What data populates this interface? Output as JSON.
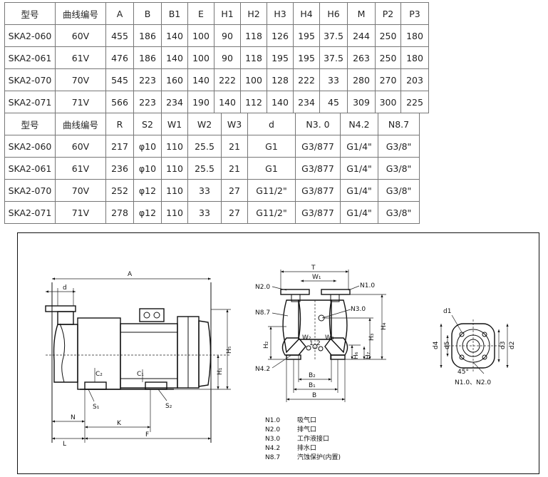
{
  "table1": {
    "headers": [
      "型号",
      "曲线编号",
      "A",
      "B",
      "B1",
      "E",
      "H1",
      "H2",
      "H3",
      "H4",
      "H6",
      "M",
      "P2",
      "P3"
    ],
    "rows": [
      [
        "SKA2-060",
        "60V",
        "455",
        "186",
        "140",
        "100",
        "90",
        "118",
        "126",
        "195",
        "37.5",
        "244",
        "250",
        "180"
      ],
      [
        "SKA2-061",
        "61V",
        "476",
        "186",
        "140",
        "100",
        "90",
        "118",
        "195",
        "195",
        "37.5",
        "263",
        "250",
        "180"
      ],
      [
        "SKA2-070",
        "70V",
        "545",
        "223",
        "160",
        "140",
        "222",
        "100",
        "128",
        "222",
        "33",
        "280",
        "270",
        "203"
      ],
      [
        "SKA2-071",
        "71V",
        "566",
        "223",
        "234",
        "190",
        "140",
        "112",
        "140",
        "234",
        "45",
        "309",
        "300",
        "225"
      ]
    ]
  },
  "table2": {
    "headers": [
      "型号",
      "曲线编号",
      "R",
      "S2",
      "W1",
      "W2",
      "W3",
      "d",
      "N3. 0",
      "N4.2",
      "N8.7"
    ],
    "rows": [
      [
        "SKA2-060",
        "60V",
        "217",
        "φ10",
        "110",
        "25.5",
        "21",
        "G1",
        "G3/877",
        "G1/4\"",
        "G3/8\""
      ],
      [
        "SKA2-061",
        "61V",
        "236",
        "φ10",
        "110",
        "25.5",
        "21",
        "G1",
        "G3/877",
        "G1/4\"",
        "G3/8\""
      ],
      [
        "SKA2-070",
        "70V",
        "252",
        "φ12",
        "110",
        "33",
        "27",
        "G11/2\"",
        "G3/877",
        "G1/4\"",
        "G3/8\""
      ],
      [
        "SKA2-071",
        "71V",
        "278",
        "φ12",
        "110",
        "33",
        "27",
        "G11/2\"",
        "G3/877",
        "G1/4\"",
        "G3/8\""
      ]
    ]
  },
  "drawing": {
    "side_view_labels": {
      "A": "A",
      "d": "d",
      "H5": "H₅",
      "H1": "H₁",
      "C2": "C₂",
      "C1": "C₁",
      "S1": "S₁",
      "S2": "S₂",
      "K": "K",
      "N": "N",
      "L": "L",
      "F": "F"
    },
    "front_view_labels": {
      "T": "T",
      "W1": "W₁",
      "N2_0": "N2.0",
      "N1_0": "N1.0",
      "N8_7": "N8.7",
      "N3_0": "N3.0",
      "H4": "H₄",
      "H3": "H₃",
      "H2": "H₂",
      "W2": "W₂",
      "W3": "W₃",
      "num_1": "1",
      "num_2": "2",
      "H6": "H₆",
      "H7": "H₇",
      "N4_2": "N4.2",
      "B2": "B₂",
      "B1": "B₁",
      "B": "B"
    },
    "flange_labels": {
      "d1": "d1",
      "d4": "d4",
      "d5": "d5",
      "d3": "d3",
      "d2": "d2",
      "angle": "45°",
      "caption": "N1.0、N2.0"
    },
    "legend": [
      {
        "code": "N1.0",
        "desc": "吸气口"
      },
      {
        "code": "N2.0",
        "desc": "排气口"
      },
      {
        "code": "N3.0",
        "desc": "工作液接口"
      },
      {
        "code": "N4.2",
        "desc": "排水口"
      },
      {
        "code": "N8.7",
        "desc": "汽蚀保护(内置)"
      }
    ]
  }
}
